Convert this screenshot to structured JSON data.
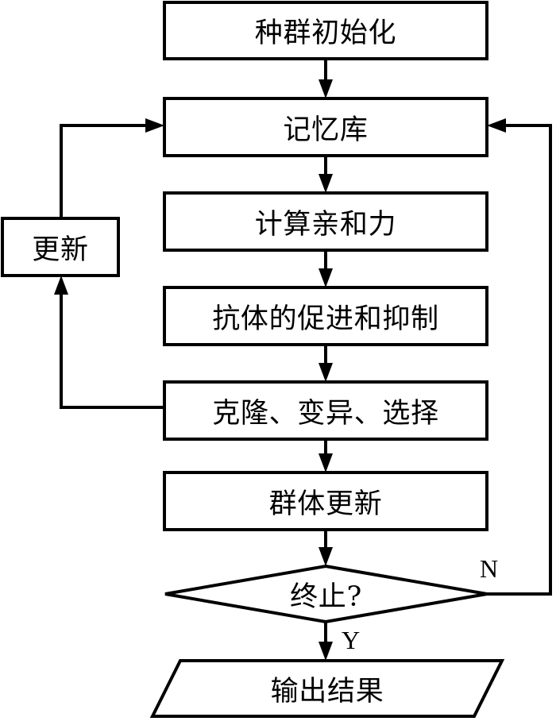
{
  "diagram": {
    "title": "Immune algorithm flowchart",
    "background_color": "#ffffff",
    "line_color": "#000000",
    "nodes": {
      "init": {
        "label": "种群初始化",
        "shape": "rectangle"
      },
      "memory": {
        "label": "记忆库",
        "shape": "rectangle"
      },
      "affinity": {
        "label": "计算亲和力",
        "shape": "rectangle"
      },
      "promote_inhibit": {
        "label": "抗体的促进和抑制",
        "shape": "rectangle"
      },
      "clone_mutate_select": {
        "label": "克隆、变异、选择",
        "shape": "rectangle"
      },
      "population_update": {
        "label": "群体更新",
        "shape": "rectangle"
      },
      "terminate": {
        "label": "终止?",
        "shape": "diamond"
      },
      "output": {
        "label": "输出结果",
        "shape": "parallelogram"
      },
      "update": {
        "label": "更新",
        "shape": "rectangle"
      }
    },
    "branches": {
      "yes": "Y",
      "no": "N"
    }
  }
}
